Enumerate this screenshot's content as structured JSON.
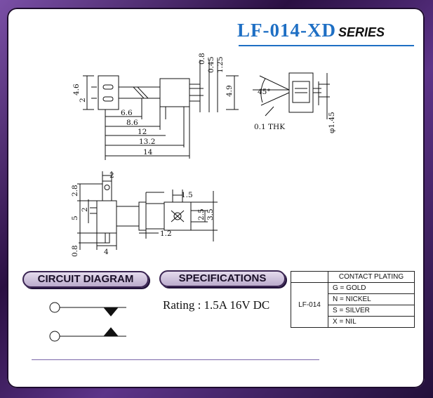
{
  "title": {
    "main": "LF-014-XD",
    "series": "SERIES"
  },
  "dimensions": {
    "side_view": {
      "h1": "4.6",
      "h2": "2",
      "l1": "6.6",
      "l2": "8.6",
      "l3": "12",
      "l4": "13.2",
      "l5": "14",
      "t1": "0.8",
      "t2": "0.45",
      "t3": "1.25",
      "t4": "4.9"
    },
    "end_view": {
      "angle": "45°",
      "thk": "0.1 THK",
      "dia": "φ1.45"
    },
    "top_view": {
      "w1": "2",
      "h1": "2.8",
      "h2": "2",
      "h3": "5",
      "b1": "0.8",
      "b2": "4",
      "s1": "1.5",
      "s2": "2.5",
      "s3": "3.5",
      "s4": "1.2"
    }
  },
  "sections": {
    "circuit": "CIRCUIT DIAGRAM",
    "specs": "SPECIFICATIONS"
  },
  "specs": {
    "rating": "Rating : 1.5A 16V DC"
  },
  "plating_table": {
    "header": "CONTACT PLATING",
    "model": "LF-014",
    "rows": [
      "G = GOLD",
      "N = NICKEL",
      "S = SILVER",
      "X = NIL"
    ]
  }
}
